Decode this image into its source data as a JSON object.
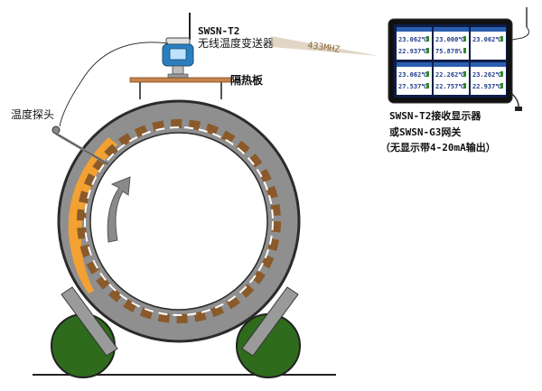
{
  "labels": {
    "transmitter_model": "SWSN-T2",
    "transmitter_name": "无线温度变送器",
    "frequency": "433MHZ",
    "insulation_board": "隔热板",
    "temperature_probe": "温度探头",
    "receiver_model": "SWSN-T2接收显示器",
    "gateway": "或SWSN-G3网关",
    "note": "（无显示带4-20mA输出）"
  },
  "display": {
    "panels": [
      {
        "v1": "23.062",
        "u1": "℃",
        "v2": "22.937",
        "u2": "℃"
      },
      {
        "v1": "23.000",
        "u1": "℃",
        "v2": "75.878",
        "u2": "%"
      },
      {
        "v1": "23.062",
        "u1": "℃",
        "v2": "",
        "u2": ""
      },
      {
        "v1": "23.062",
        "u1": "℃",
        "v2": "27.537",
        "u2": "℃"
      },
      {
        "v1": "22.262",
        "u1": "℃",
        "v2": "22.757",
        "u2": "℃"
      },
      {
        "v1": "23.262",
        "u1": "℃",
        "v2": "22.937",
        "u2": "℃"
      }
    ]
  },
  "colors": {
    "drum": "#8f8f8f",
    "drum_outline": "#2b2b2b",
    "wheel": "#2f6b1c",
    "hot_zone": "#f3a132",
    "brick": "#8a5a2b",
    "board": "#c9844a",
    "screen_bg": "#0d1d4a",
    "screen_cell": "#ffffff",
    "transmitter": "#2c7fbf"
  }
}
